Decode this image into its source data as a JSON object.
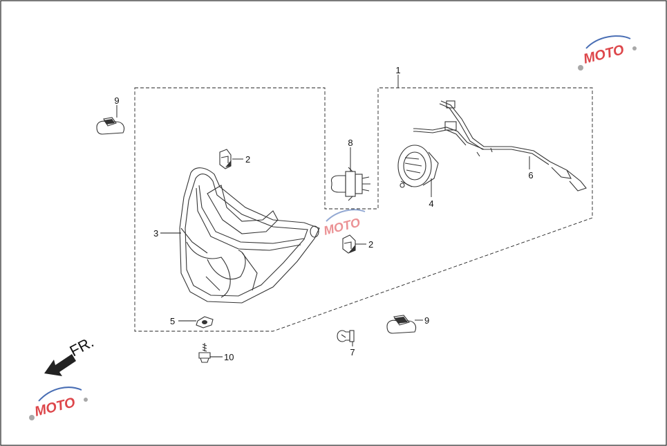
{
  "diagram": {
    "front_marker": "FR.",
    "callouts": [
      {
        "id": "callout-1",
        "text": "1"
      },
      {
        "id": "callout-2a",
        "text": "2"
      },
      {
        "id": "callout-2b",
        "text": "2"
      },
      {
        "id": "callout-3",
        "text": "3"
      },
      {
        "id": "callout-4",
        "text": "4"
      },
      {
        "id": "callout-5",
        "text": "5"
      },
      {
        "id": "callout-6",
        "text": "6"
      },
      {
        "id": "callout-7",
        "text": "7"
      },
      {
        "id": "callout-8",
        "text": "8"
      },
      {
        "id": "callout-9a",
        "text": "9"
      },
      {
        "id": "callout-9b",
        "text": "9"
      },
      {
        "id": "callout-10",
        "text": "10"
      }
    ]
  },
  "watermark": {
    "text": "MOTO"
  },
  "colors": {
    "line": "#333333",
    "watermark_red": "#d8262b",
    "watermark_blue": "#2a55a8",
    "watermark_gray": "#9a9a9a"
  }
}
